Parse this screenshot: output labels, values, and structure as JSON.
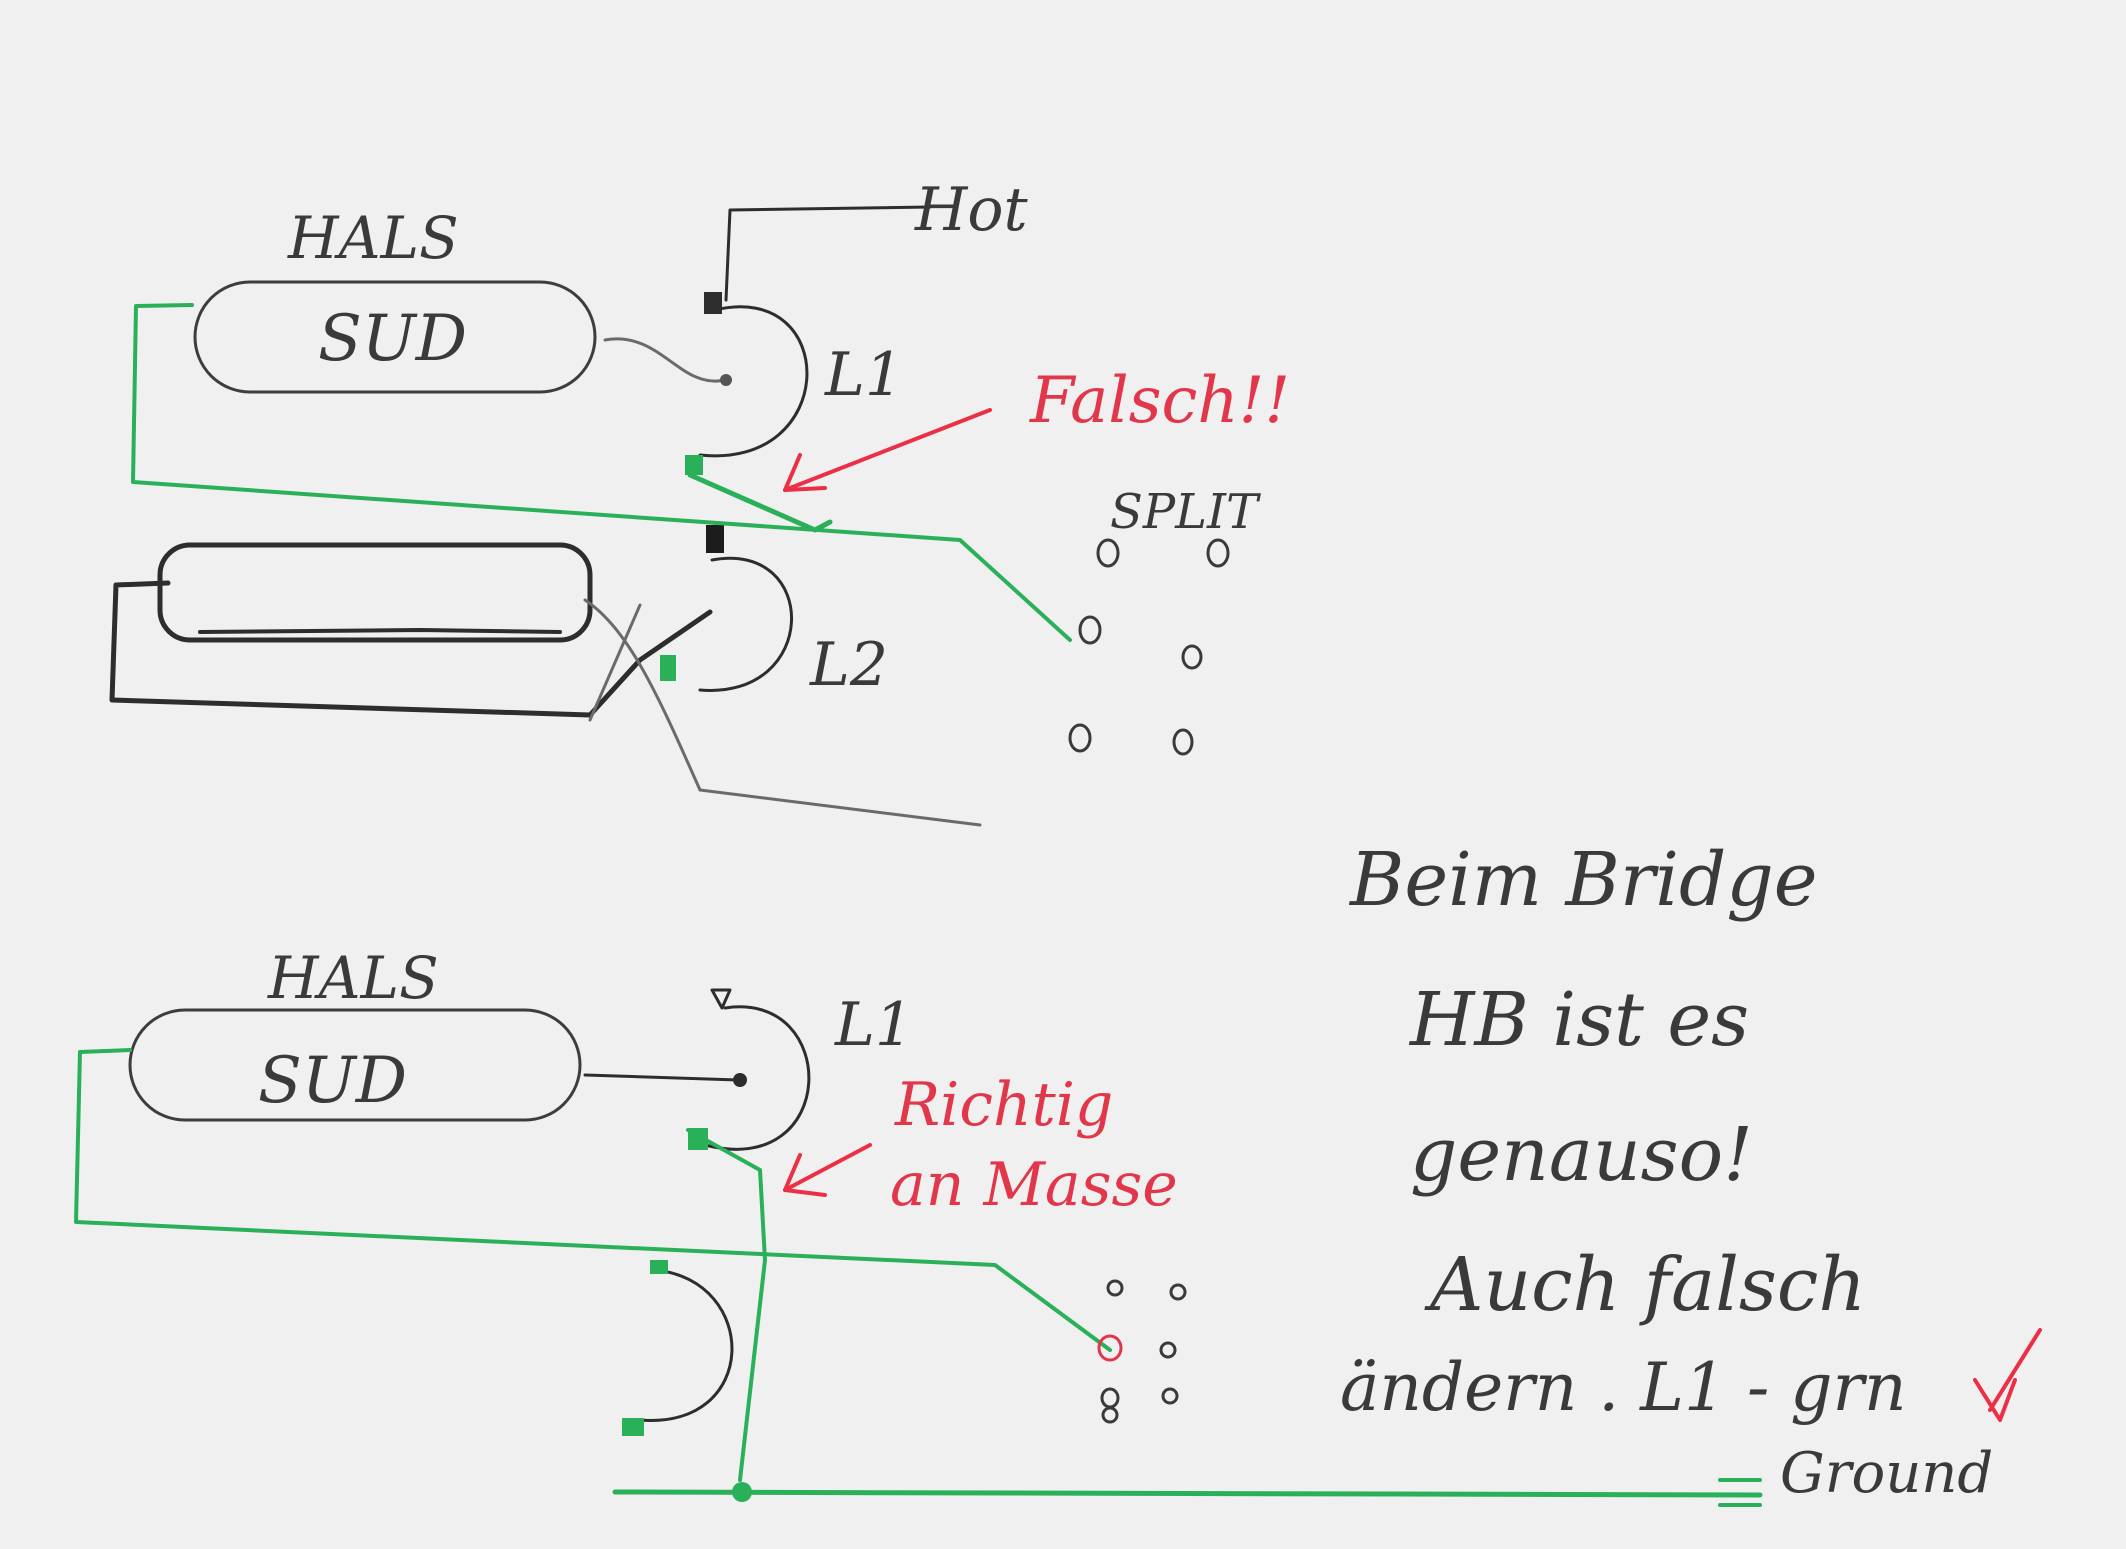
{
  "colors": {
    "paper": "#f0f0f0",
    "pencil": "#3a3a3a",
    "green_wire": "#2bb05a",
    "red_pen": "#e2374a"
  },
  "top_diagram": {
    "pickup_label": "HALS",
    "coil_label": "SUD",
    "hot_label": "Hot",
    "coil1_label": "L1",
    "coil2_label": "L2",
    "wrong_note": "Falsch!!",
    "switch_label": "SPLIT"
  },
  "bottom_diagram": {
    "pickup_label": "HALS",
    "coil_label": "SUD",
    "coil1_label": "L1",
    "right_note_line1": "Richtig",
    "right_note_line2": "an Masse",
    "ground_label": "Ground"
  },
  "note": {
    "line1": "Beim Bridge",
    "line2": "HB ist es",
    "line3": "genauso!",
    "line4": "Auch falsch",
    "line5": "ändern . L1 - grn"
  }
}
